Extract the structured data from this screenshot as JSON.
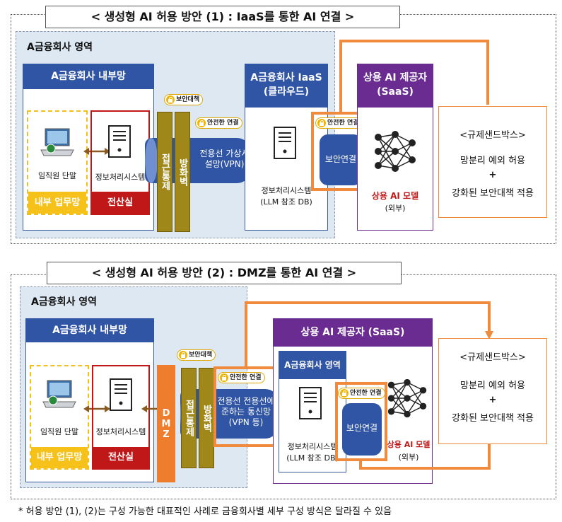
{
  "diagram1": {
    "title": "< 생성형 AI 허용 방안 (1) : IaaS를 통한 AI 연결 >",
    "zone_label": "A금융회사 영역",
    "internal_network": "A금융회사 내부망",
    "employee_terminal": "임직원 단말",
    "internal_work_network": "내부 업무망",
    "info_system": "정보처리시스템",
    "it_room": "전산실",
    "security_measure": "보안대책",
    "access_control": "접근통제",
    "firewall": "방화벽",
    "safe_connection": "안전한 연결",
    "dedicated_line": "전용선 가상사설망(VPN)",
    "iaas_title": "A금융회사 IaaS (클라우드)",
    "iaas_system": "정보처리시스템 (LLM 참조 DB)",
    "secure_connection_badge": "안전한 연결",
    "secure_connection": "보안연결",
    "saas_title": "상용 AI 제공자 (SaaS)",
    "ai_model": "상용 AI 모델",
    "external": "(외부)",
    "sandbox_title": "<규제샌드박스>",
    "sandbox_line1": "망분리 예외 허용",
    "sandbox_plus": "+",
    "sandbox_line2": "강화된 보안대책 적용"
  },
  "diagram2": {
    "title": "< 생성형 AI 허용 방안 (2) : DMZ를 통한 AI 연결 >",
    "zone_label": "A금융회사 영역",
    "internal_network": "A금융회사 내부망",
    "employee_terminal": "임직원 단말",
    "internal_work_network": "내부 업무망",
    "info_system": "정보처리시스템",
    "it_room": "전산실",
    "dmz": "DMZ",
    "security_measure": "보안대책",
    "access_control": "접근통제",
    "firewall": "방화벽",
    "safe_connection": "안전한 연결",
    "dedicated_line": "전용선 전용선에 준하는 통신망 (VPN 등)",
    "saas_title": "상용 AI 제공자 (SaaS)",
    "inner_zone": "A금융회사 영역",
    "inner_system": "정보처리시스템 (LLM 참조 DB)",
    "secure_connection_badge": "안전한 연결",
    "secure_connection": "보안연결",
    "ai_model": "상용 AI 모델",
    "external": "(외부)",
    "sandbox_title": "<규제샌드박스>",
    "sandbox_line1": "망분리 예외 허용",
    "sandbox_plus": "+",
    "sandbox_line2": "강화된 보안대책 적용"
  },
  "footnote": "* 허용 방안 (1), (2)는 구성 가능한 대표적인 사례로 금융회사별 세부 구성 방식은 달라질 수 있음",
  "colors": {
    "blue_header": "#2f55a4",
    "purple_header": "#6a2c91",
    "orange_outline": "#f08a3c",
    "red": "#c01818",
    "yellow": "#f6c21a",
    "olive": "#a0871a",
    "zone_bg": "#dde8f3"
  }
}
